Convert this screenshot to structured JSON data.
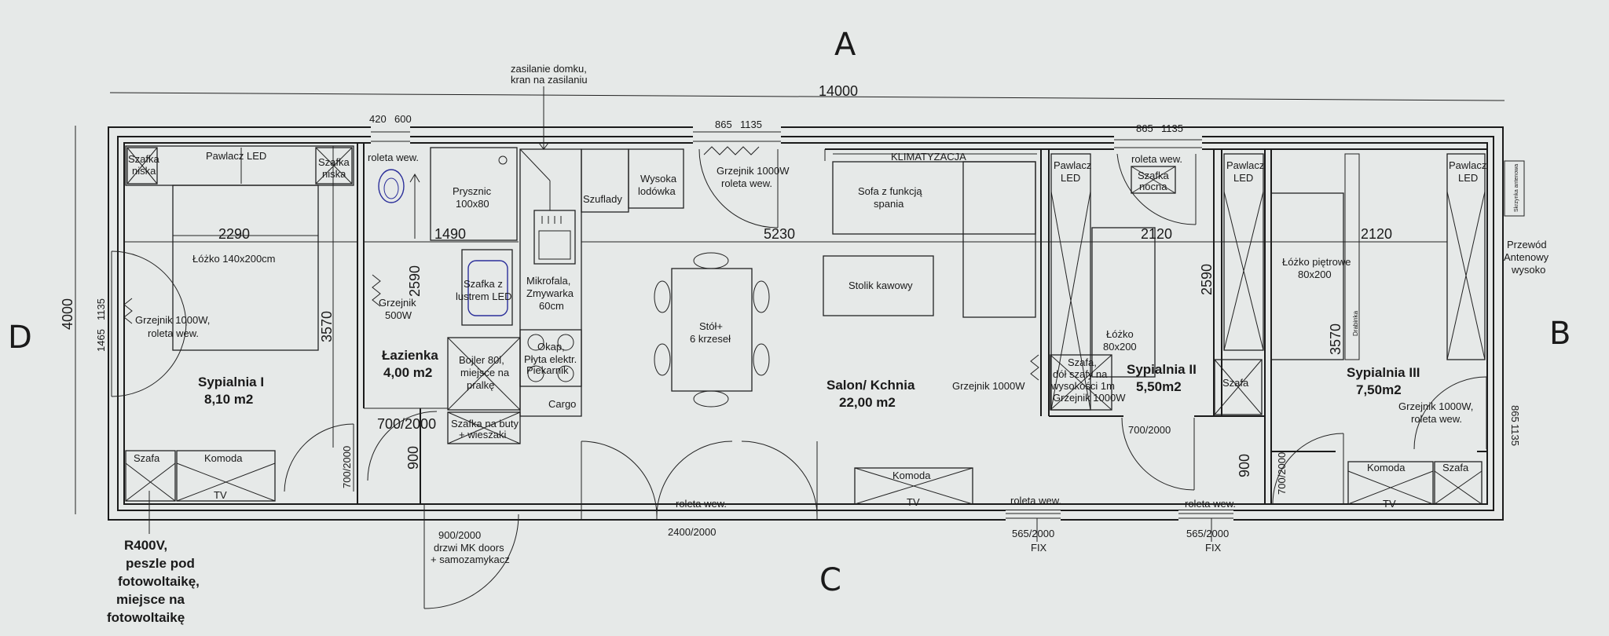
{
  "axes": {
    "top": "A",
    "bottom": "C",
    "left": "D",
    "right": "B"
  },
  "dimensions": {
    "overall_length": "14000",
    "overall_width": "4000",
    "left_window": "1465",
    "left_window_2": "1135",
    "bath_window_a": "420",
    "bath_window_b": "600",
    "top_window_1_a": "865",
    "top_window_1_b": "1135",
    "top_window_2_a": "865",
    "top_window_2_b": "1135",
    "right_window_a": "865",
    "right_window_b": "1135",
    "bedroom1_width": "2290",
    "bedroom1_depth": "3570",
    "bath_width": "1490",
    "bath_depth": "2590",
    "salon_width": "5230",
    "bedroom2_width": "2120",
    "bedroom2_depth": "2590",
    "bedroom3_width": "2120",
    "bedroom3_depth": "3570",
    "door_bed1": "700/2000",
    "door_bath_h": "700/2000",
    "door_bath_v": "900",
    "door_entry": "900/2000",
    "door_terrace": "2400/2000",
    "door_bed2": "700/2000",
    "door_bed3_v": "900",
    "door_bed3": "700/2000",
    "fix_window_1": "565/2000",
    "fix_window_2": "565/2000",
    "fix": "FIX"
  },
  "rooms": {
    "bedroom1": {
      "name": "Sypialnia I",
      "area": "8,10 m2"
    },
    "bathroom": {
      "name": "Łazienka",
      "area": "4,00 m2"
    },
    "salon": {
      "name": "Salon/ Kchnia",
      "area": "22,00 m2"
    },
    "bedroom2": {
      "name": "Sypialnia II",
      "area": "5,50m2"
    },
    "bedroom3": {
      "name": "Sypialnia III",
      "area": "7,50m2"
    }
  },
  "labels": {
    "power_supply": [
      "zasilanie domku,",
      "kran na zasilaniu"
    ],
    "szafka_niska": [
      "Szafka",
      "niska"
    ],
    "pawlacz_led": "Pawlacz LED",
    "lozko_140": "Łóżko 140x200cm",
    "grzejnik_bed1": [
      "Grzejnik 1000W,",
      "roleta wew."
    ],
    "szafa": "Szafa",
    "komoda": "Komoda",
    "tv": "TV",
    "roleta_wew": "roleta wew.",
    "prysznic": [
      "Prysznic",
      "100x80"
    ],
    "szafka_lustro": [
      "Szafka z",
      "lustrem LED"
    ],
    "grzejnik_500": [
      "Grzejnik",
      "500W"
    ],
    "bojler": [
      "Bojler 80l,",
      "miejsce na",
      "pralkę"
    ],
    "szafka_buty": [
      "Szafka na buty",
      "+ wieszaki"
    ],
    "szuflady": "Szuflady",
    "wysoka_lodowka": [
      "Wysoka",
      "lodówka"
    ],
    "mikrofala": [
      "Mikrofala,",
      "Zmywarka",
      "60cm"
    ],
    "okap": [
      "Okap,",
      "Płyta elektr.",
      "Piekarnik"
    ],
    "cargo": "Cargo",
    "grzejnik_salon": [
      "Grzejnik 1000W",
      "roleta wew."
    ],
    "klimatyzacja": "KLIMATYZACJA",
    "sofa": [
      "Sofa z funkcją",
      "spania"
    ],
    "stolik": "Stolik kawowy",
    "stol": [
      "Stół+",
      "6 krzeseł"
    ],
    "grzejnik_1000": "Grzejnik 1000W",
    "pawlacz_led_2": [
      "Pawlacz",
      "LED"
    ],
    "roleta_szafka": [
      "roleta wew.",
      "Szafka",
      "nocna"
    ],
    "lozko_80": [
      "Łóżko",
      "80x200"
    ],
    "szafa_bed2": [
      "Szafa,",
      "dół szafy na",
      "wysokości 1m",
      "Grzejnik 1000W"
    ],
    "lozko_pietrowe": [
      "Łóżko piętrowe",
      "80x200"
    ],
    "drabinka": "Drabinka",
    "grzejnik_bed3": [
      "Grzejnik 1000W,",
      "roleta wew."
    ],
    "antena": [
      "Przewód",
      "Antenowy",
      "wysoko"
    ],
    "antena_box": "Skrzynka antenowa",
    "entry_door": [
      "drzwi MK doors",
      "+ samozamykacz"
    ],
    "pv": [
      "R400V,",
      "peszle pod",
      "fotowoltaikę,",
      "miejsce na",
      "fotowoltaikę"
    ]
  }
}
